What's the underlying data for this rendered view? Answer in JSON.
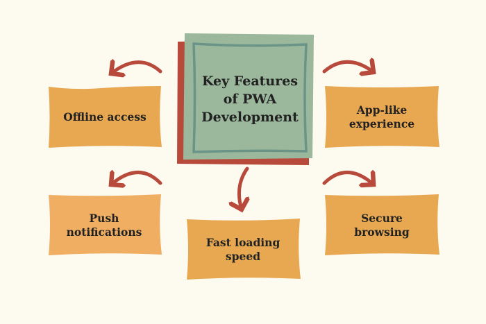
{
  "title": "Key Features of PWA Development",
  "features": [
    {
      "label": "Offline access"
    },
    {
      "label": "App-like experience"
    },
    {
      "label": "Push notifications"
    },
    {
      "label": "Secure browsing"
    },
    {
      "label": "Fast loading speed"
    }
  ],
  "colors": {
    "background": "#fdfaf0",
    "box": "#e8a852",
    "box_alt": "#f0ae62",
    "center": "#9bb89c",
    "center_border": "#6a9488",
    "accent": "#b84a3c"
  }
}
